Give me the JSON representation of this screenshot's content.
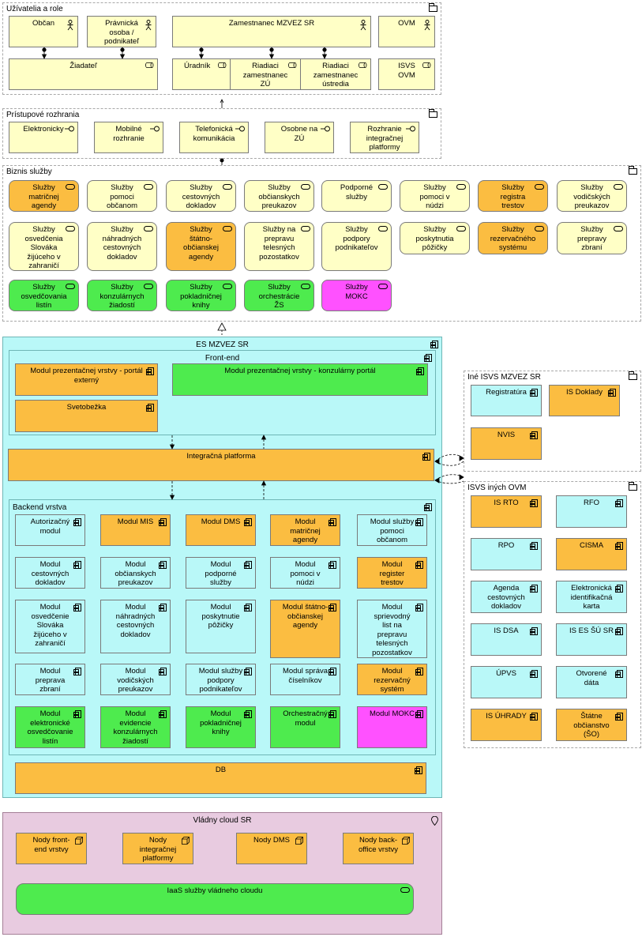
{
  "groups": {
    "users": "Užívatelia a role",
    "access": "Prístupové rozhrania",
    "business": "Biznis služby",
    "other_isvs": "Iné ISVS MZVEZ SR",
    "ovm_isvs": "ISVS iných OVM",
    "cloud": "Vládny cloud SR"
  },
  "actors": [
    "Občan",
    "Právnická osoba / podnikateľ",
    "Zamestnanec MZVEZ SR",
    "OVM"
  ],
  "roles": [
    "Žiadateľ",
    "Úradník",
    "Riadiaci zamestnanec ZÚ",
    "Riadiaci zamestnanec ústredia",
    "ISVS OVM"
  ],
  "interfaces": [
    "Elektronicky",
    "Mobilné rozhranie",
    "Telefonická komunikácia",
    "Osobne na ZÚ",
    "Rozhranie integračnej platformy"
  ],
  "services": [
    "Služby matričnej agendy",
    "Služby pomoci občanom",
    "Služby cestovných dokladov",
    "Služby občianskych preukazov",
    "Podporné služby",
    "Služby pomoci v núdzi",
    "Služby registra trestov",
    "Služby vodičských preukazov",
    "Služby osvedčenia Slováka žijúceho v zahraničí",
    "Služby náhradných cestovných dokladov",
    "Služby štátno-občianskej agendy",
    "Služby na prepravu telesných pozostatkov",
    "Služby podpory podnikateľov",
    "Služby poskytnutia pôžičky",
    "Služby rezervačného systému",
    "Služby prepravy zbraní",
    "Služby osvedčovania listín",
    "Služby konzulárnych žiadostí",
    "Služby pokladničnej knihy",
    "Služby orchestrácie ŽS",
    "Služby MOKC"
  ],
  "es": {
    "title": "ES MZVEZ SR",
    "frontend": {
      "title": "Front-end",
      "modules": [
        "Modul prezentačnej vrstvy - portál externý",
        "Modul prezentačnej vrstvy - konzulárny portál",
        "Svetobežka"
      ]
    },
    "integration": "Integračná platforma",
    "backend": {
      "title": "Backend vrstva",
      "modules": [
        "Autorizačný modul",
        "Modul MIS",
        "Modul DMS",
        "Modul matričnej agendy",
        "Modul služby pomoci občanom",
        "Modul cestovných dokladov",
        "Modul občianskych preukazov",
        "Modul podporné služby",
        "Modul pomoci v núdzi",
        "Modul register trestov",
        "Modul osvedčenie Slováka žijúceho v zahraničí",
        "Modul náhradných cestovných dokladov",
        "Modul poskytnutie pôžičky",
        "Modul štátno-občianskej agendy",
        "Modul sprievodný list na prepravu telesných pozostatkov",
        "Modul preprava zbraní",
        "Modul vodičských preukazov",
        "Modul služby podpory podnikateľov",
        "Modul správa číselníkov",
        "Modul rezervačný systém",
        "Modul elektronické osvedčovanie listín",
        "Modul evidencie konzulárnych žiadostí",
        "Modul pokladničnej knihy",
        "Orchestračný modul",
        "Modul MOKC"
      ]
    },
    "db": "DB"
  },
  "other_isvs": [
    "Registratúra",
    "IS Doklady",
    "NVIS"
  ],
  "ovm_isvs": [
    "IS RTO",
    "RFO",
    "RPO",
    "CISMA",
    "Agenda cestovných dokladov",
    "Elektronická identifikačná karta",
    "IS DSA",
    "IS ES ŠÚ SR",
    "ÚPVS",
    "Otvorené dáta",
    "IS ÚHRADY",
    "Štátne občianstvo (ŠO)"
  ],
  "cloud": {
    "nodes": [
      "Nody front-end vrstvy",
      "Nody integračnej platformy",
      "Nody DMS",
      "Nody back-office vrstvy"
    ],
    "iaas": "IaaS služby vládneho cloudu"
  },
  "colors": {
    "business_yellow": "#ffffc6",
    "orange": "#fbbd41",
    "green": "#4eeb4e",
    "magenta": "#ff51ff",
    "cyan": "#b9f8f8",
    "cloud_pink": "#e8cbe0"
  }
}
